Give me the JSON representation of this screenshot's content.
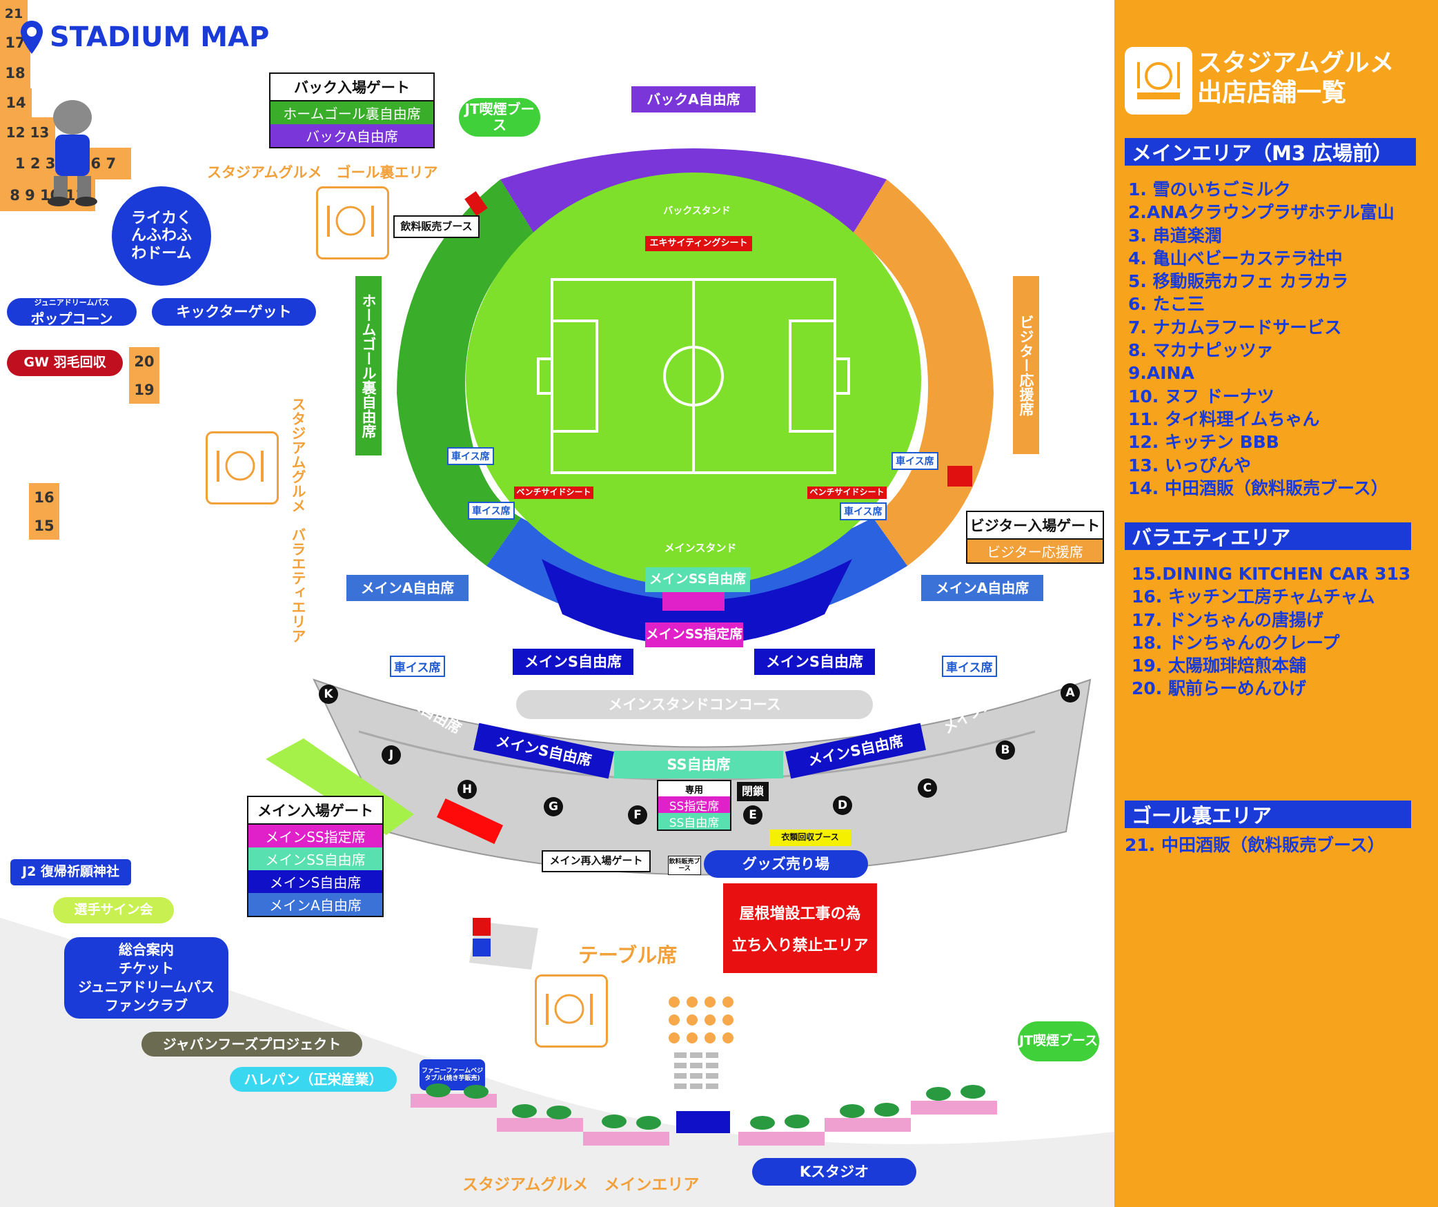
{
  "title": "STADIUM MAP",
  "sidebar": {
    "header_line1": "スタジアムグルメ",
    "header_line2": "出店店舗一覧",
    "sections": [
      {
        "title": "メインエリア（M3 広場前）",
        "items": [
          "1. 雪のいちごミルク",
          "2.ANAクラウンプラザホテル富山",
          "3. 串道楽潤",
          "4. 亀山ベビーカステラ社中",
          "5. 移動販売カフェ カラカラ",
          "6. たこ三",
          "7. ナカムラフードサービス",
          "8. マカナピッツァ",
          "9.AINA",
          "10. ヌフ ドーナツ",
          "11. タイ料理イムちゃん",
          "12. キッチン BBB",
          "13. いっぴんや",
          "14. 中田酒販（飲料販売ブース）"
        ]
      },
      {
        "title": "バラエティエリア",
        "items": [
          "15.DINING KITCHEN CAR 313",
          "16. キッチン工房チャムチャム",
          "17. ドンちゃんの唐揚げ",
          "18. ドンちゃんのクレープ",
          "19. 太陽珈琲焙煎本舗",
          "20. 駅前らーめんひげ"
        ]
      },
      {
        "title": "ゴール裏エリア",
        "items": [
          "21. 中田酒販（飲料販売ブース）"
        ]
      }
    ]
  },
  "map": {
    "back_gate": {
      "title": "バック入場ゲート",
      "rows": [
        "ホームゴール裏自由席",
        "バックA自由席"
      ]
    },
    "visitor_gate": {
      "title": "ビジター入場ゲート",
      "rows": [
        "ビジター応援席"
      ]
    },
    "main_gate": {
      "title": "メイン入場ゲート",
      "rows": [
        "メインSS指定席",
        "メインSS自由席",
        "メインS自由席",
        "メインA自由席"
      ]
    },
    "seats": {
      "back_a": "バックA自由席",
      "home_goal": "ホームゴール裏自由席",
      "visitor": "ビジター応援席",
      "main_a_left": "メインA自由席",
      "main_a_right": "メインA自由席",
      "main_ss": "メインSS自由席",
      "main_ss_reserved": "メインSS指定席",
      "main_s_left": "メインS自由席",
      "main_s_right": "メインS自由席",
      "arc_main_a_left": "メインA自由席",
      "arc_main_s_left": "メインS自由席",
      "arc_ss": "SS自由席",
      "arc_main_s_right": "メインS自由席",
      "arc_main_a_right": "メインA自由席"
    },
    "field_labels": {
      "back_stand": "バックスタンド",
      "exciting": "エキサイティングシート",
      "main_stand": "メインスタンド",
      "bench_left": "ベンチサイドシート",
      "bench_right": "ベンチサイドシート"
    },
    "wheelchair": "車イス席",
    "concourse": "メインスタンドコンコース",
    "exclusive": {
      "head": "専用",
      "row1": "SS指定席",
      "row2": "SS自由席"
    },
    "closed": "閉鎖",
    "gate_letters": [
      "A",
      "B",
      "C",
      "D",
      "E",
      "F",
      "G",
      "H",
      "J",
      "K"
    ],
    "clothing_booth": "衣類回収ブース",
    "goods": "グッズ売り場",
    "reentry_gate": "メイン再入場ゲート",
    "drink_booth_small": "飲料販売ブース",
    "drink_booth_top": "飲料販売ブース",
    "no_entry_line1": "屋根増設工事の為",
    "no_entry_line2": "立ち入り禁止エリア",
    "table_seats": "テーブル席",
    "jt_smoking": "JT喫煙ブース",
    "jt_smoking_bottom": "JT喫煙ブース",
    "gourmet_goal_label": "スタジアムグルメ　ゴール裏エリア",
    "gourmet_variety_label": "スタジアムグルメ　バラエティエリア",
    "gourmet_main_label": "スタジアムグルメ　メインエリア",
    "raika_dome": "ライカくんふわふわドーム",
    "popcorn_top": "ジュニアドリームパス",
    "popcorn": "ポップコーン",
    "kick_target": "キックターゲット",
    "gw": "GW 羽毛回収",
    "j2_shrine": "J2 復帰祈願神社",
    "player_sign": "選手サイン会",
    "info": [
      "総合案内",
      "チケット",
      "ジュニアドリームパス",
      "ファンクラブ"
    ],
    "japan_foods": "ジャパンフーズプロジェクト",
    "harepan": "ハレパン（正栄産業）",
    "funny_farm": "ファニーファームベジタブル(焼き芋販売)",
    "k_studio": "Kスタジオ",
    "stalls": {
      "s21": "21",
      "s20": "20",
      "s19": "19",
      "s17": "17",
      "s18": "18",
      "s16": "16",
      "s15": "15",
      "s14": "14",
      "s12_13": "12 13",
      "s1_7": "1 2 3 4 5 6 7",
      "s8_11": "8 9 10 11"
    }
  },
  "colors": {
    "sidebar_bg": "#f7a41c",
    "accent_blue": "#1a3bd8",
    "pitch": "#7ee02a"
  }
}
